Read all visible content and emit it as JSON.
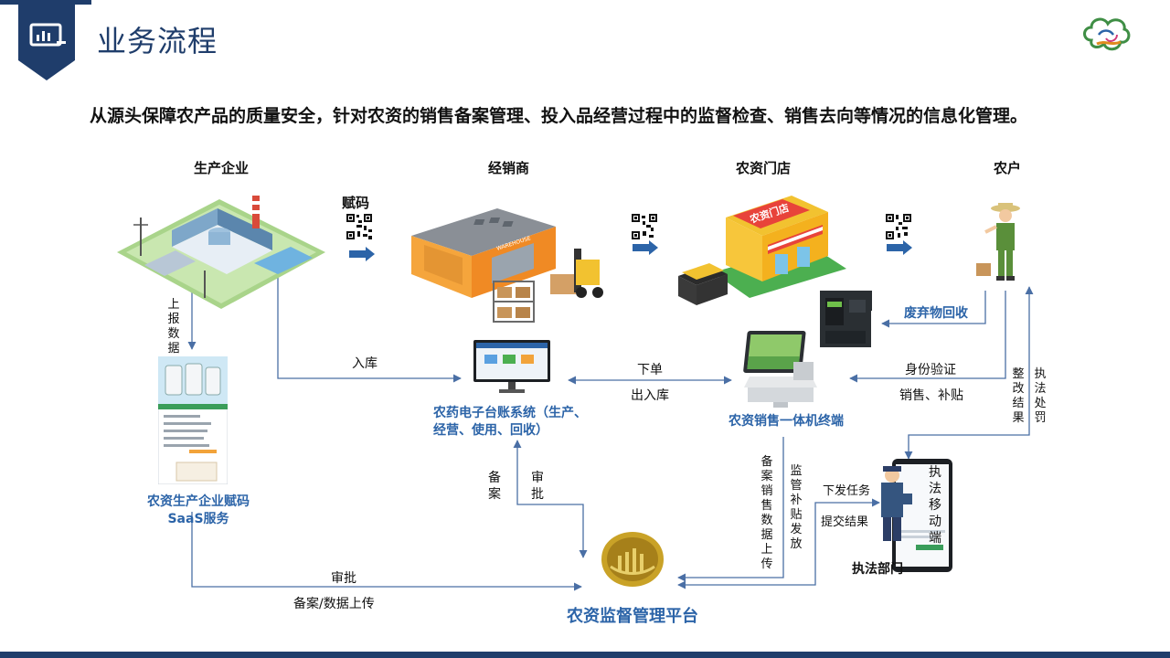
{
  "header": {
    "title": "业务流程",
    "subtitle": "从源头保障农产品的质量安全，针对农资的销售备案管理、投入品经营过程中的监督检查、销售去向等情况的信息化管理。"
  },
  "columns": {
    "producer": "生产企业",
    "dealer": "经销商",
    "store": "农资门店",
    "farmer": "农户"
  },
  "labels": {
    "fuma": "赋码",
    "upload_report": "上报数据",
    "inbound": "入库",
    "order": "下单",
    "in_out": "出入库",
    "identity": "身份验证",
    "sales_subsidy": "销售、补贴",
    "filing": "备案",
    "approve_v": "审批",
    "sales_data_upload": "备案销售数据上传",
    "subsidy_release": "监管补贴发放",
    "assign_task": "下发任务",
    "submit_result": "提交结果",
    "rectify": "整改结果",
    "enforce_punish": "执法处罚",
    "approve_h": "审批",
    "filing_data_upload": "备案/数据上传"
  },
  "nodes": {
    "saas": "农资生产企业赋码SaaS服务",
    "ledger": "农药电子台账系统（生产、经营、使用、回收）",
    "terminal": "农资销售一体机终端",
    "waste": "废弃物回收",
    "law_dept": "执法部门",
    "law_mobile": "执法移动端",
    "platform": "农资监督管理平台",
    "store_sign": "农资门店",
    "warehouse_sign": "WAREHOUSE"
  },
  "colors": {
    "brand": "#1f3d6b",
    "accent": "#2c64a8",
    "connector": "#4a6fa5"
  }
}
